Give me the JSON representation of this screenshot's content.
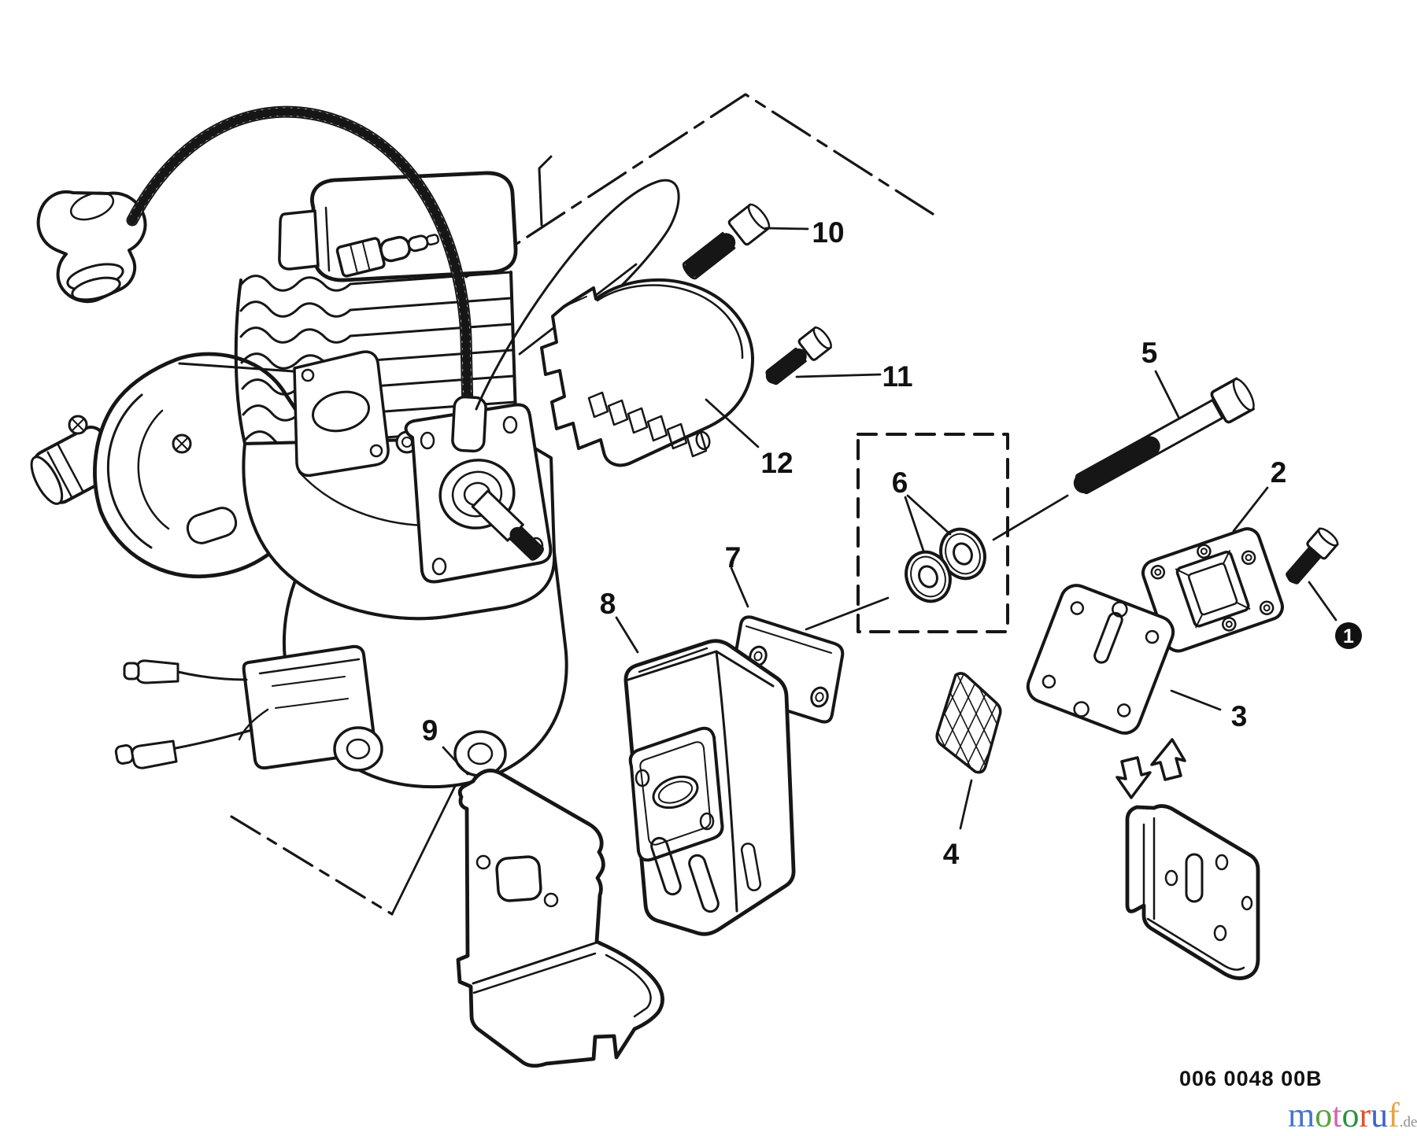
{
  "diagram": {
    "code": "006 0048 00B",
    "callouts": [
      {
        "id": "1",
        "label": "1",
        "badge": "filled-circle"
      },
      {
        "id": "2",
        "label": "2"
      },
      {
        "id": "3",
        "label": "3"
      },
      {
        "id": "4",
        "label": "4"
      },
      {
        "id": "5",
        "label": "5"
      },
      {
        "id": "6",
        "label": "6"
      },
      {
        "id": "7",
        "label": "7"
      },
      {
        "id": "8",
        "label": "8"
      },
      {
        "id": "9",
        "label": "9"
      },
      {
        "id": "10",
        "label": "10"
      },
      {
        "id": "11",
        "label": "11"
      },
      {
        "id": "12",
        "label": "12"
      }
    ],
    "icons": {
      "flip_direction": "double-hollow-arrows"
    }
  },
  "watermark": {
    "letters": [
      {
        "ch": "m",
        "color": "#4577c9"
      },
      {
        "ch": "o",
        "color": "#55a63a"
      },
      {
        "ch": "t",
        "color": "#d666b4"
      },
      {
        "ch": "o",
        "color": "#2f8f44"
      },
      {
        "ch": "r",
        "color": "#e0512b"
      },
      {
        "ch": "u",
        "color": "#3f63c6"
      },
      {
        "ch": "f",
        "color": "#e8a63a"
      }
    ],
    "suffix": ".de",
    "suffix_color": "#8e8e8e"
  }
}
